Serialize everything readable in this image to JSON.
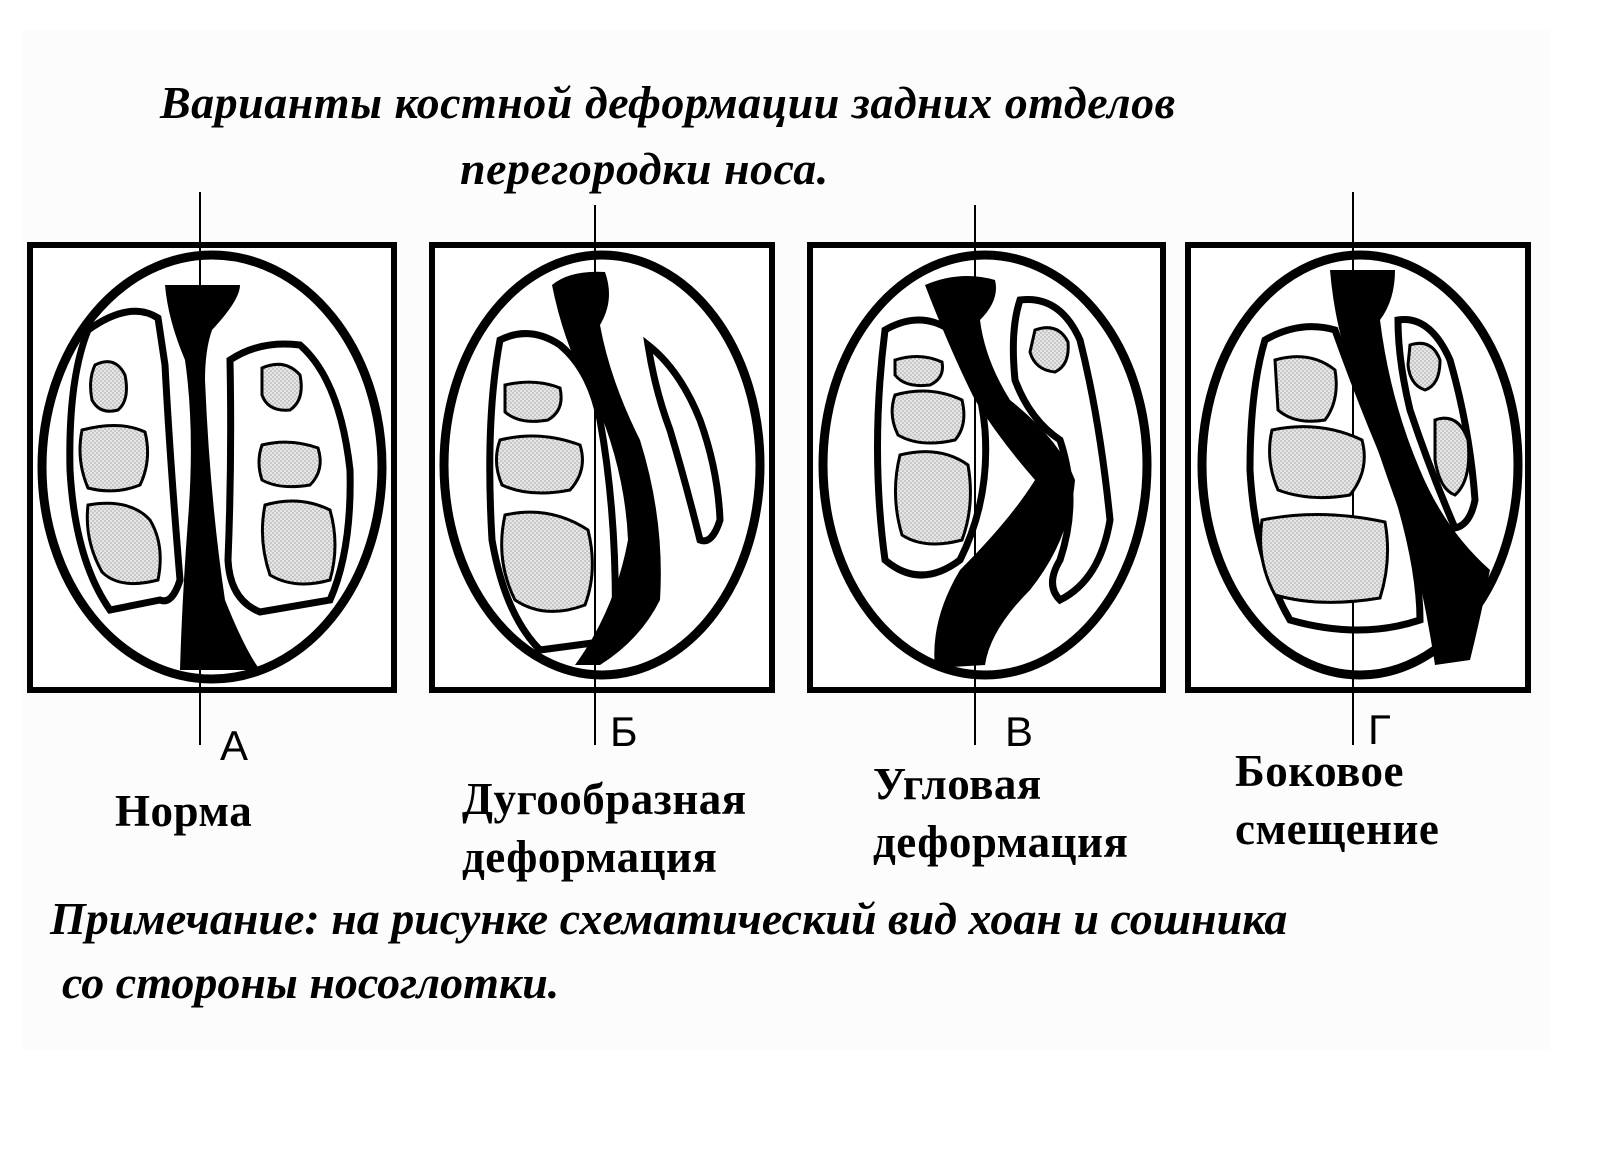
{
  "title": {
    "line1": "Варианты костной деформации задних отделов",
    "line2": "перегородки носа."
  },
  "panels": [
    {
      "letter": "А",
      "caption_line1": "Норма",
      "caption_line2": ""
    },
    {
      "letter": "Б",
      "caption_line1": "Дугообразная",
      "caption_line2": "деформация"
    },
    {
      "letter": "В",
      "caption_line1": "Угловая",
      "caption_line2": "деформация"
    },
    {
      "letter": "Г",
      "caption_line1": "Боковое",
      "caption_line2": "смещение"
    }
  ],
  "note": {
    "line1": "Примечание: на рисунке схематический вид хоан и сошника",
    "line2": "со стороны носоглотки."
  },
  "colors": {
    "ink": "#000000",
    "fill": "#e3e3e3",
    "paper": "#ffffff"
  }
}
